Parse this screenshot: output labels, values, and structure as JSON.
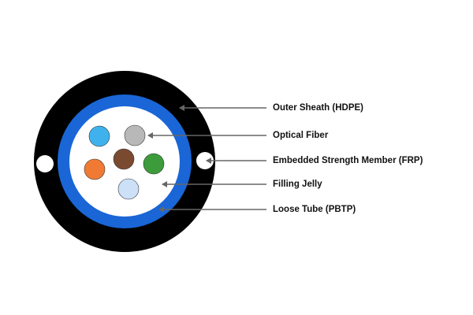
{
  "colors": {
    "outer_sheath": "#000000",
    "loose_tube": "#1a66d6",
    "filling_jelly": "#ffffff",
    "strength_member": "#ffffff",
    "arrow": "#666666",
    "fiber_cyan": "#3fb2ee",
    "fiber_gray": "#b8b8b8",
    "fiber_brown": "#7a4a30",
    "fiber_orange": "#f07a34",
    "fiber_green": "#3c9c3c",
    "fiber_lightblue": "#cce0f8"
  },
  "labels": {
    "outer_sheath": "Outer Sheath (HDPE)",
    "optical_fiber": "Optical Fiber",
    "strength_member": "Embedded Strength Member (FRP)",
    "filling_jelly": "Filling Jelly",
    "loose_tube": "Loose Tube (PBTP)"
  }
}
